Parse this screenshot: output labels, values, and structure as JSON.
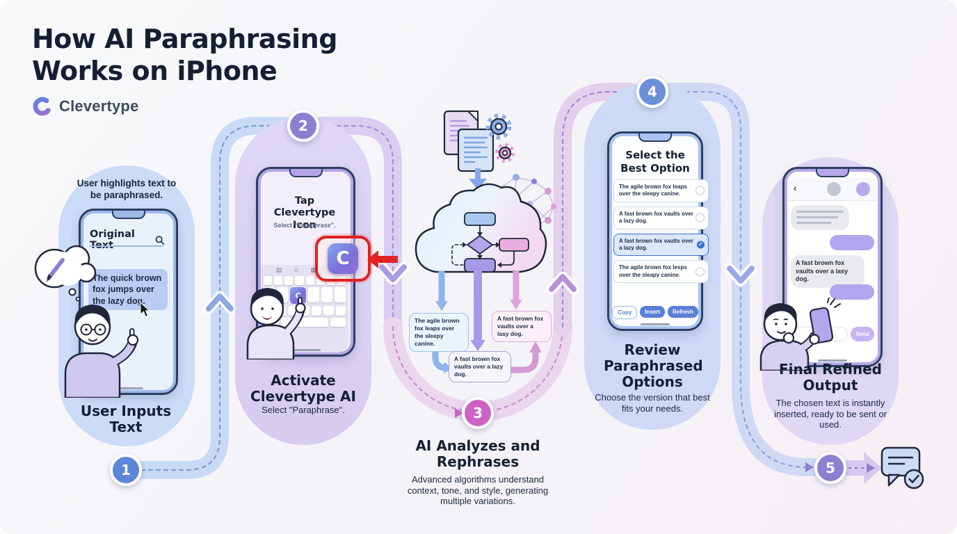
{
  "header": {
    "title_line1": "How AI Paraphrasing",
    "title_line2": "Works on iPhone",
    "brand": "Clevertype"
  },
  "steps": [
    {
      "num": "1",
      "title": "User Inputs Text",
      "top_caption": "User highlights text to be paraphrased.",
      "phone": {
        "heading": "Original Text",
        "highlight_text": "The quick brown fox jumps over the lazy dog."
      }
    },
    {
      "num": "2",
      "title": "Activate Clevertype AI",
      "subtitle": "Select \"Paraphrase\".",
      "phone": {
        "heading_line1": "Tap",
        "heading_line2": "Clevertype Icon",
        "subheading": "Select \"Paraphrase\".",
        "app_letter": "C"
      }
    },
    {
      "num": "3",
      "title": "AI Analyzes and Rephrases",
      "subtitle": "Advanced algorithms understand context, tone, and style, generating multiple variations.",
      "variations": [
        "The agile brown fox leaps over the sleepy canine.",
        "A fast brown fox vaults over a lazy dog.",
        "A fast brown fox vaults over a lasy dog."
      ]
    },
    {
      "num": "4",
      "title": "Review Paraphrased Options",
      "subtitle": "Choose the version that best fits your needs.",
      "phone": {
        "heading_line1": "Select the",
        "heading_line2": "Best Option",
        "options": [
          {
            "text": "The agile brown fox leaps over the sleepy canine.",
            "selected": false
          },
          {
            "text": "A fast brown fox vaults over a lazy dog.",
            "selected": false
          },
          {
            "text": "A fast brown fox vaults over a lazy dog.",
            "selected": true
          },
          {
            "text": "The agile brown fox lesps over the sleapy canine.",
            "selected": false
          }
        ],
        "buttons": {
          "copy": "Copy",
          "insert": "Insert",
          "refresh": "Refresh"
        }
      }
    },
    {
      "num": "5",
      "title": "Final Refined Output",
      "subtitle": "The chosen text is instantly inserted, ready to be sent or used.",
      "phone": {
        "message": "A fast brown fox vaults over a lasy dog.",
        "send_label": "Send"
      }
    }
  ],
  "icons": {
    "search-icon": "magnifier",
    "cursor-icon": "pointer-arrow",
    "pencil-icon": "pencil in thought bubble",
    "app-icon": "Clevertype C",
    "red-arrow-icon": "arrow-left",
    "docs-gears-icon": "documents with gears",
    "cloud-flowchart-icon": "AI cloud with flowchart",
    "network-icon": "neural network nodes",
    "chat-check-icon": "message bubble with checkmark",
    "back-icon": "chevron-left",
    "keyboard-icons": "grid, emoji, sticker, gear"
  },
  "colors": {
    "accent_red": "#e32222",
    "badge_blue": "#5b86d9",
    "badge_purple": "#8d7fd0",
    "badge_pink": "#cd63c4",
    "brand_gradient_start": "#5b86d9",
    "brand_gradient_end": "#9a6fd8"
  }
}
